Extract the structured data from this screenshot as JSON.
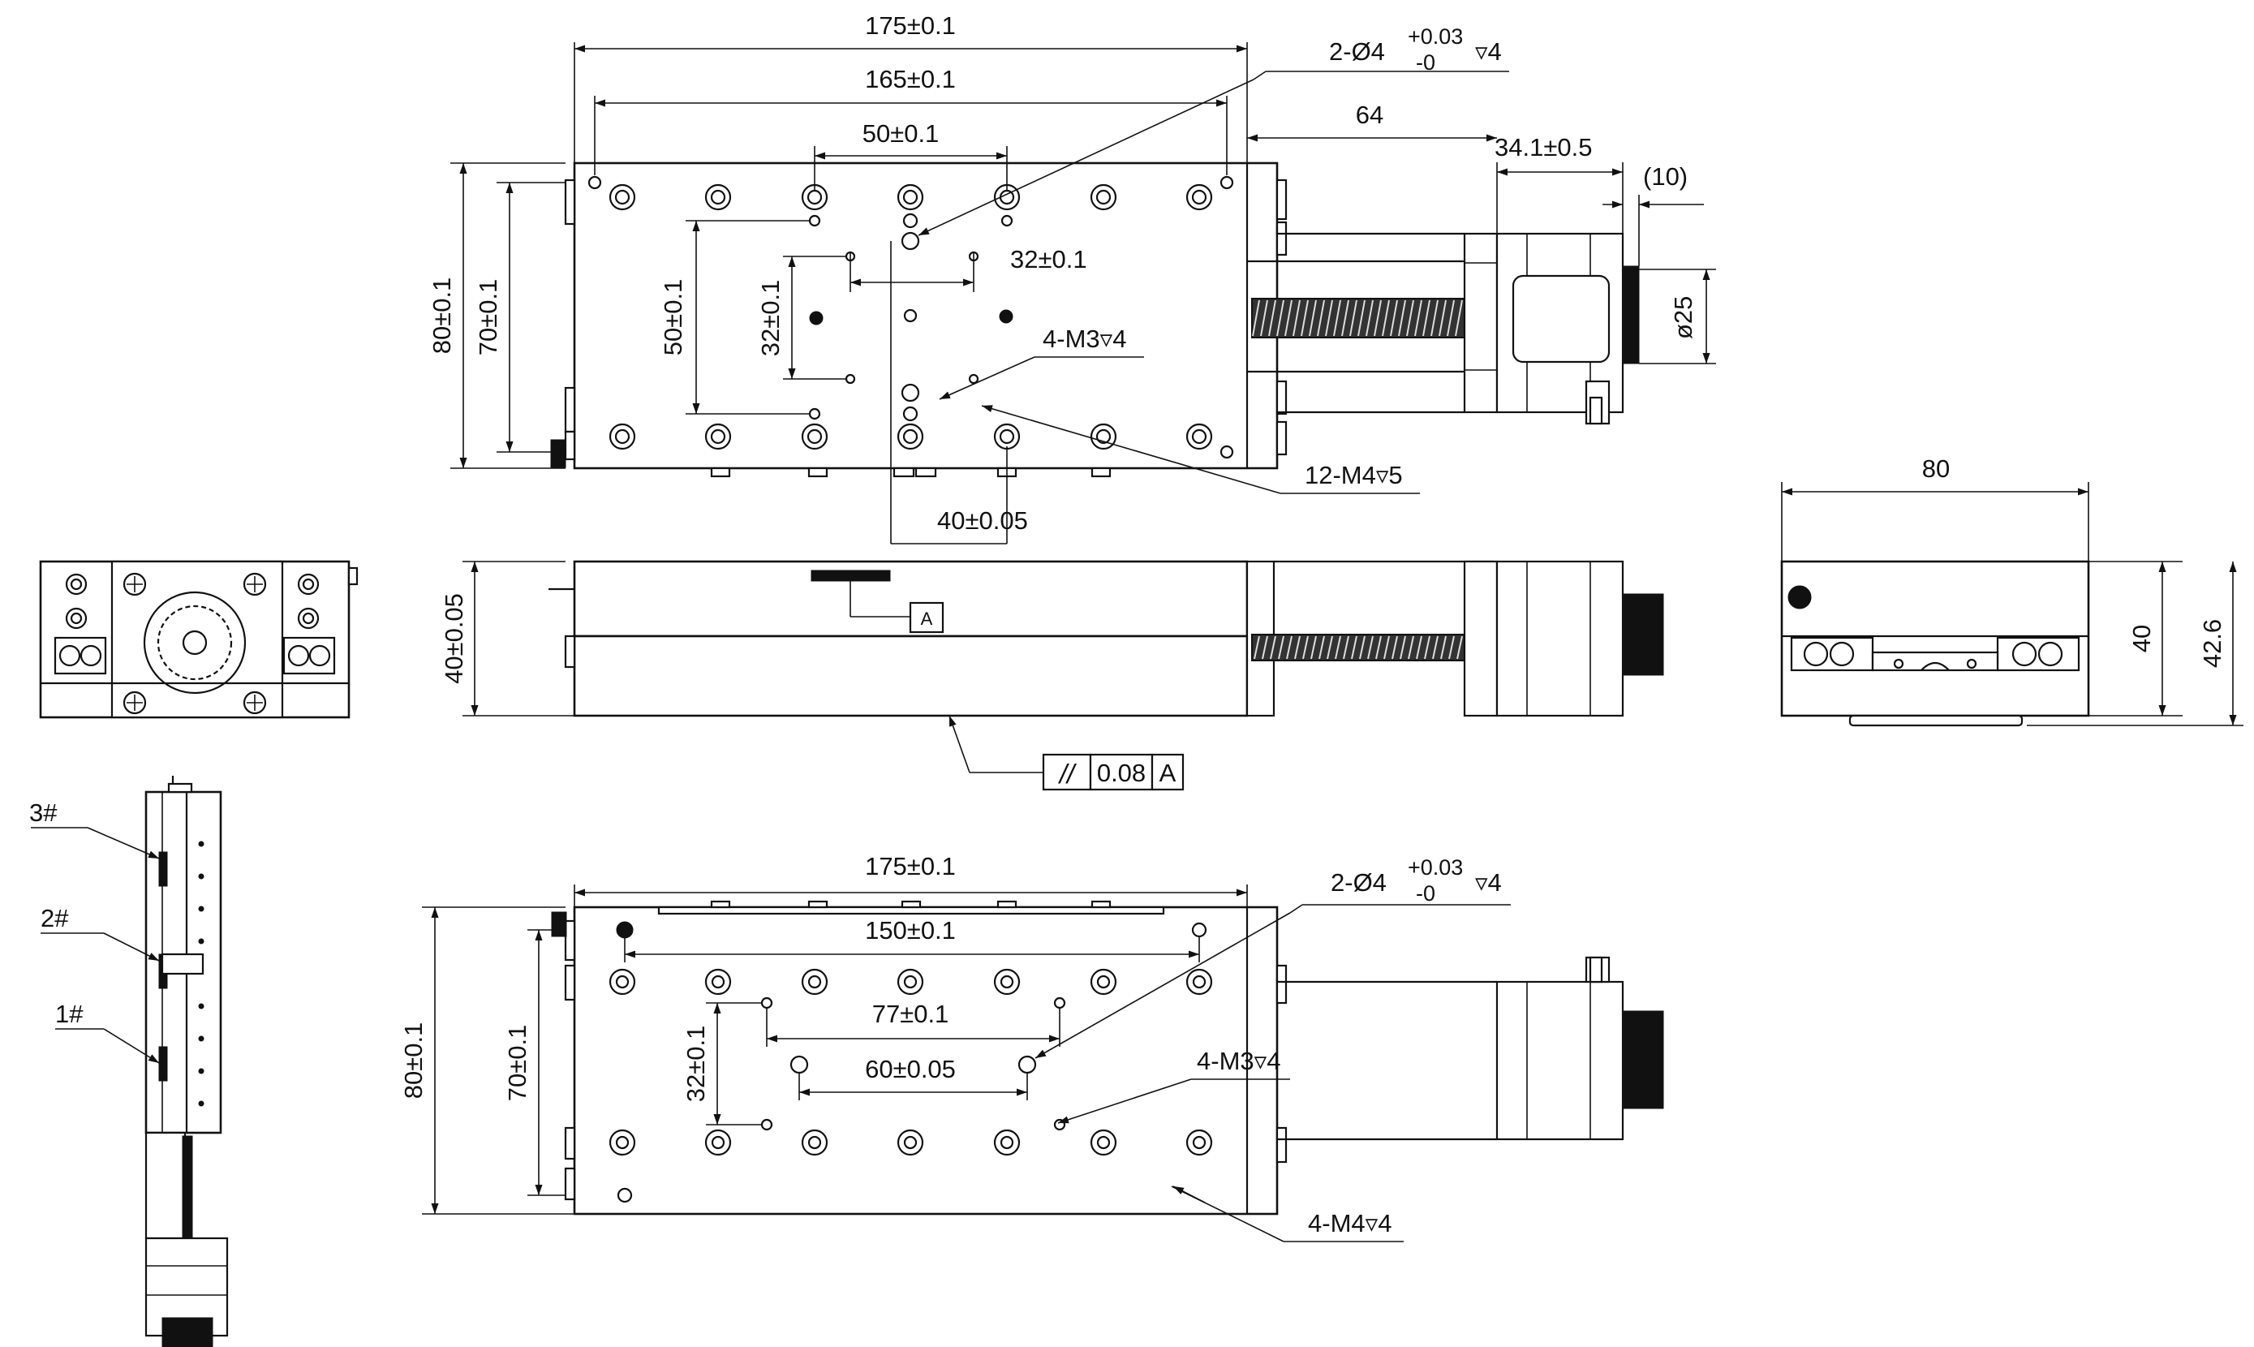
{
  "top_view": {
    "dim_175": "175±0.1",
    "dim_165": "165±0.1",
    "dim_50_top": "50±0.1",
    "dim_64": "64",
    "dim_34_1": "34.1±0.5",
    "dim_10": "(10)",
    "dim_32_h": "32±0.1",
    "dim_phi25": "ø25",
    "dim_80": "80±0.1",
    "dim_70": "70±0.1",
    "dim_50_v": "50±0.1",
    "dim_32_v": "32±0.1",
    "dim_40": "40±0.05",
    "note_pin_main": "2-Ø4",
    "note_pin_tol_plus": "+0.03",
    "note_pin_tol_minus": "-0",
    "note_pin_depth": "▿4",
    "note_m3": "4-M3▿4",
    "note_m4": "12-M4▿5"
  },
  "front_view": {
    "dim_40": "40±0.05",
    "datum": "A",
    "tol_symbol": "//",
    "tol_value": "0.08",
    "tol_datum": "A"
  },
  "right_view": {
    "dim_80": "80",
    "dim_40": "40",
    "dim_42_6": "42.6"
  },
  "side_view": {
    "label_3": "3#",
    "label_2": "2#",
    "label_1": "1#"
  },
  "bottom_view": {
    "dim_175": "175±0.1",
    "dim_150": "150±0.1",
    "dim_77": "77±0.1",
    "dim_60": "60±0.05",
    "dim_80": "80±0.1",
    "dim_70": "70±0.1",
    "dim_32": "32±0.1",
    "note_pin_main": "2-Ø4",
    "note_pin_tol_plus": "+0.03",
    "note_pin_tol_minus": "-0",
    "note_pin_depth": "▿4",
    "note_m3": "4-M3▿4",
    "note_m4": "4-M4▿4"
  }
}
